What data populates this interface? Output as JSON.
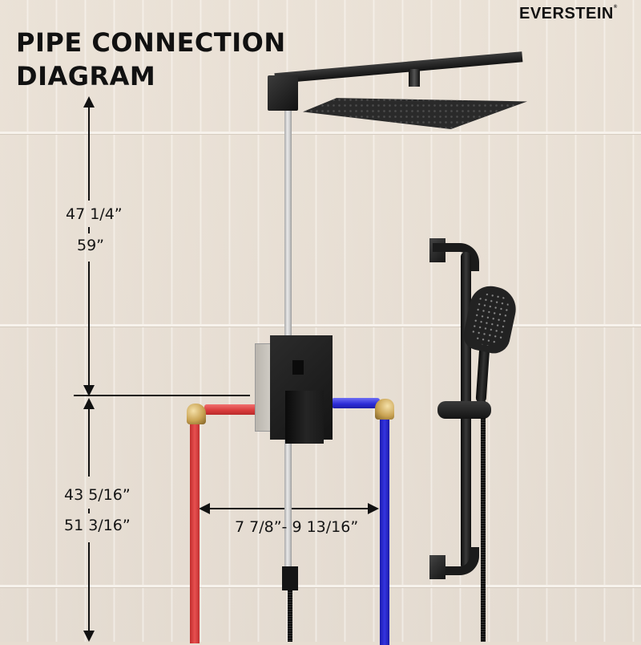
{
  "title": {
    "line1": "PIPE CONNECTION",
    "line2": "DIAGRAM"
  },
  "brand": {
    "name": "EVERSTEIN",
    "mark": "®"
  },
  "dimensions": {
    "upper_min": "47 1/4”",
    "upper_max": "59”",
    "lower_min": "43 5/16”",
    "lower_max": "51 3/16”",
    "horizontal": "7 7/8”- 9 13/16”"
  },
  "components": {
    "rain_shower_head": "square-rain-shower-head",
    "shower_arm": "wall-mounted-shower-arm",
    "mixing_valve": "concealed-pressure-balance-valve",
    "diverter_knob": "diverter-knob",
    "handle": "temperature-handle",
    "hot_water_pipe": "red-hot-water-supply",
    "cold_water_pipe": "blue-cold-water-supply",
    "riser_pipe": "gray-riser-pipe",
    "slide_bar": "handheld-slide-bar",
    "handheld_shower": "handheld-shower-head",
    "wall_outlet": "hose-wall-outlet",
    "hose": "shower-hose"
  },
  "colors": {
    "background_tile": "#e7ddd1",
    "text": "#111111",
    "hot_pipe": "#d83a3a",
    "cold_pipe": "#2b2bd6",
    "riser_pipe": "#cfcfcf",
    "fixture_finish": "#1b1b1b",
    "brass_fitting": "#c9a353"
  }
}
